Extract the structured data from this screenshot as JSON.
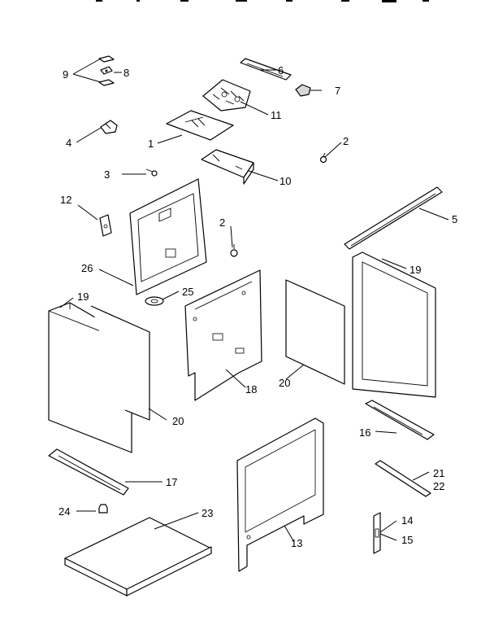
{
  "labels": {
    "p1": "1",
    "p2a": "2",
    "p2b": "2",
    "p3": "3",
    "p4": "4",
    "p5": "5",
    "p6": "6",
    "p7": "7",
    "p8": "8",
    "p9": "9",
    "p10": "10",
    "p11": "11",
    "p12": "12",
    "p13": "13",
    "p14": "14",
    "p15": "15",
    "p16": "16",
    "p17": "17",
    "p18": "18",
    "p19a": "19",
    "p19b": "19",
    "p20a": "20",
    "p20b": "20",
    "p21": "21",
    "p22": "22",
    "p23": "23",
    "p24": "24",
    "p25": "25",
    "p26": "26"
  }
}
